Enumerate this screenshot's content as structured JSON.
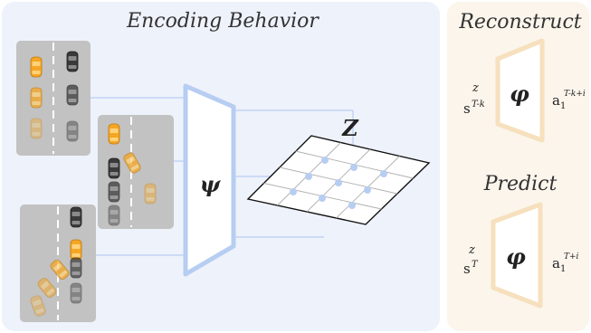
{
  "panels": {
    "encode": {
      "title": "Encoding Behavior",
      "encoder_symbol": "ψ",
      "latent_symbol": "Z"
    },
    "reconstruct": {
      "title": "Reconstruct",
      "decoder_symbol": "φ",
      "input_top": "z",
      "input_base": "s",
      "input_sup": "T-k",
      "output_base": "a",
      "output_sub": "1",
      "output_sup": "T-k+i"
    },
    "predict": {
      "title": "Predict",
      "decoder_symbol": "φ",
      "input_top": "z",
      "input_base": "s",
      "input_sup": "T",
      "output_base": "a",
      "output_sub": "1",
      "output_sup": "T+i"
    }
  },
  "colors": {
    "left_bg": "#eef2fb",
    "right_bg": "#fbf5ec",
    "encoder_blue": "#b7cdf2",
    "decoder_orange": "#f6e0bd",
    "road_gray": "#c2c2c2",
    "car_orange": "#f5a623",
    "car_dark": "#3a3a3a"
  },
  "icons": [
    "car-icon",
    "lane-marking"
  ]
}
